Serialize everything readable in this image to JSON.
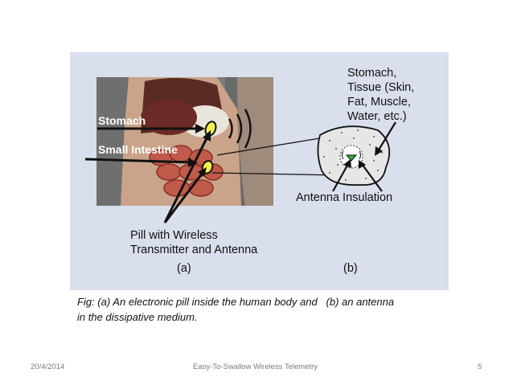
{
  "figure": {
    "label_stomach": "Stomach",
    "label_small_intestine": "Small Intestine",
    "label_tissue": [
      "Stomach,",
      "Tissue (Skin,",
      "Fat, Muscle,",
      "Water, etc.)"
    ],
    "label_antenna_insulation": "Antenna Insulation",
    "label_pill": [
      "Pill with Wireless",
      "Transmitter and Antenna"
    ],
    "panel_a": "(a)",
    "panel_b": "(b)"
  },
  "caption": {
    "line1": "Fig: (a) An electronic pill inside the human body and   (b) an antenna",
    "line2": "in the dissipative medium."
  },
  "footer": {
    "date": "20/4/2014",
    "title": "Easy-To-Swallow Wireless Telemetry",
    "page": "5"
  }
}
